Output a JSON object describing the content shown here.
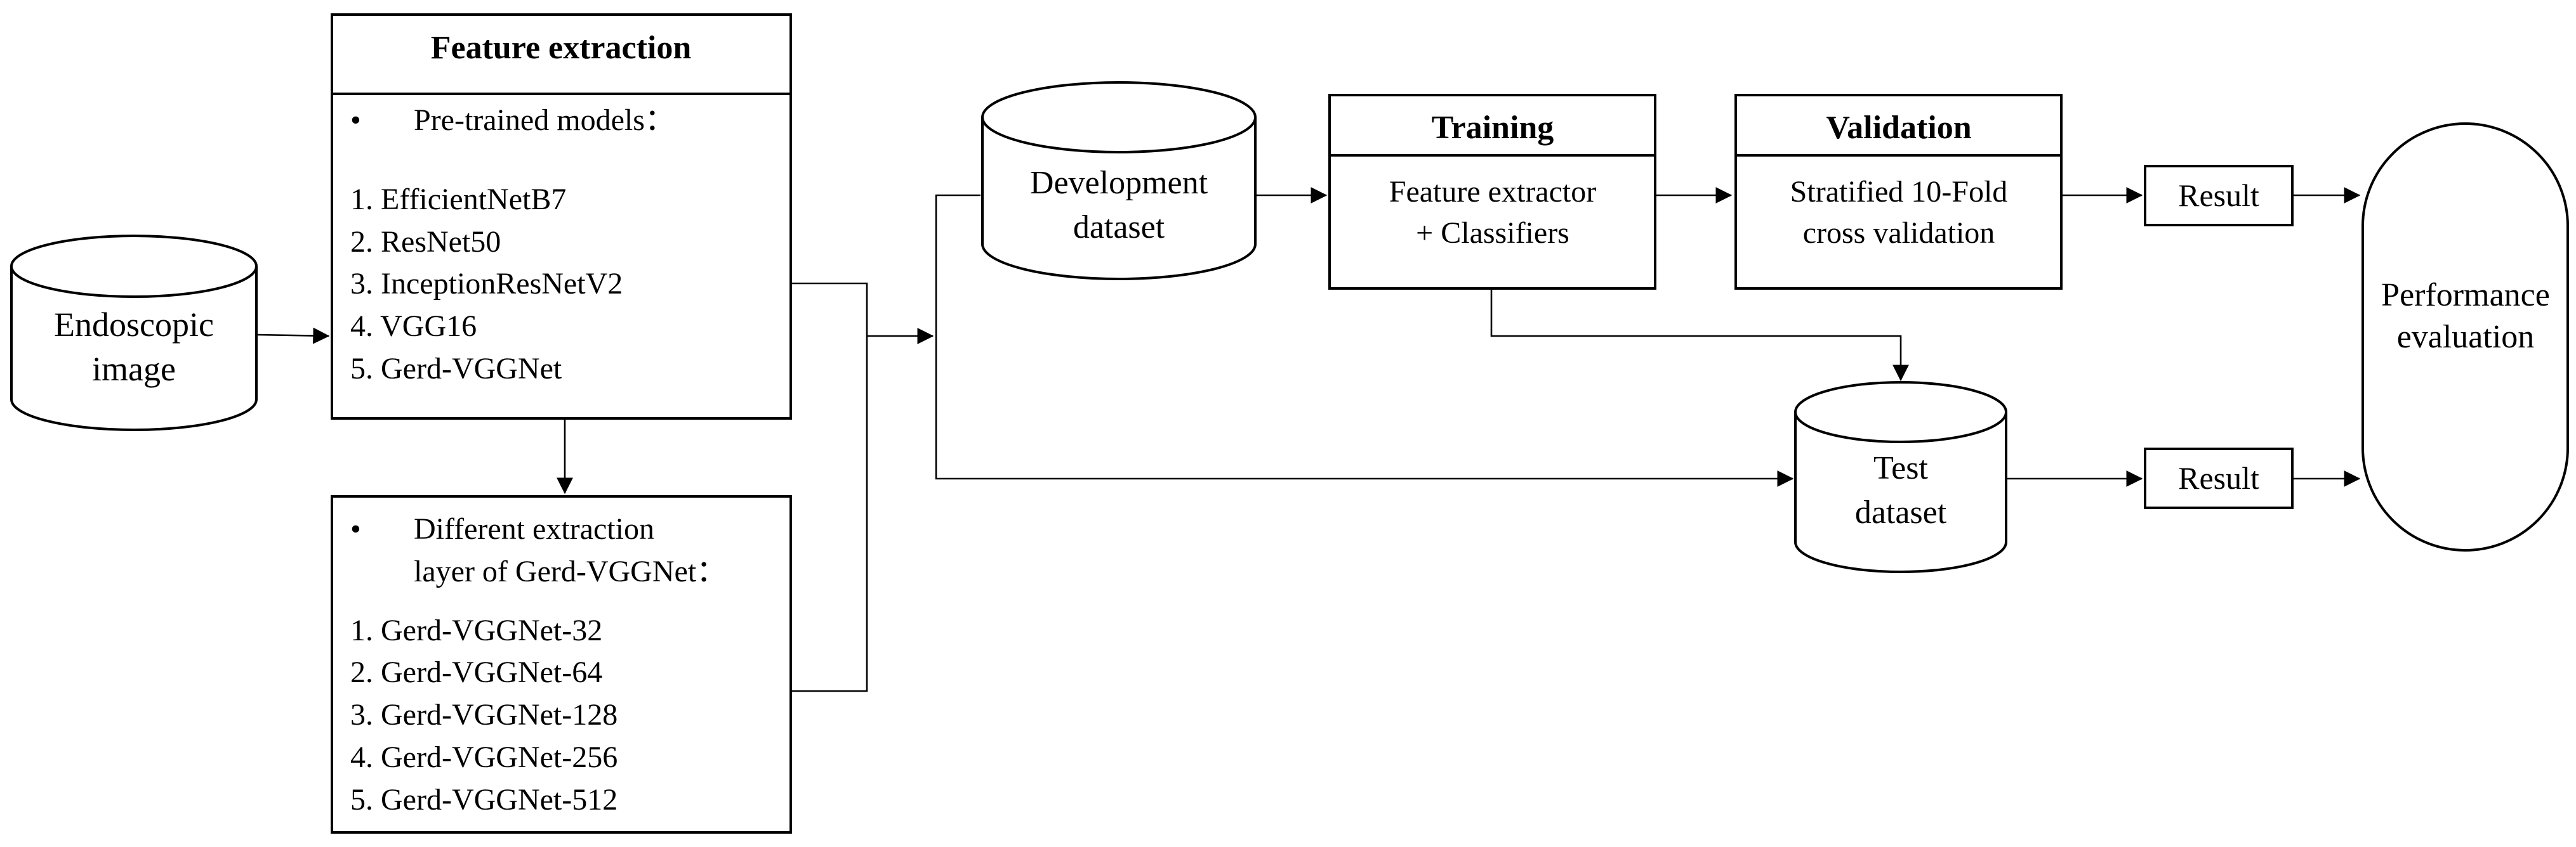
{
  "nodes": {
    "endoscopic": {
      "lines": [
        "Endoscopic",
        "image"
      ]
    },
    "feature_extraction": {
      "title": "Feature extraction",
      "bullet": "•",
      "heading": "Pre-trained models：",
      "items": [
        "1. EfficientNetB7",
        "2. ResNet50",
        "3. InceptionResNetV2",
        "4. VGG16",
        "5. Gerd-VGGNet"
      ]
    },
    "extraction_layers": {
      "bullet": "•",
      "heading_lines": [
        "Different extraction",
        "layer of Gerd-VGGNet："
      ],
      "items": [
        "1. Gerd-VGGNet-32",
        "2. Gerd-VGGNet-64",
        "3. Gerd-VGGNet-128",
        "4. Gerd-VGGNet-256",
        "5. Gerd-VGGNet-512"
      ]
    },
    "development": {
      "lines": [
        "Development",
        "dataset"
      ]
    },
    "training": {
      "title": "Training",
      "lines": [
        "Feature extractor",
        "+ Classifiers"
      ]
    },
    "validation": {
      "title": "Validation",
      "lines": [
        "Stratified 10-Fold",
        "cross validation"
      ]
    },
    "test": {
      "lines": [
        "Test",
        "dataset"
      ]
    },
    "result_top": {
      "label": "Result"
    },
    "result_bottom": {
      "label": "Result"
    },
    "performance": {
      "lines": [
        "Performance",
        "evaluation"
      ]
    }
  }
}
